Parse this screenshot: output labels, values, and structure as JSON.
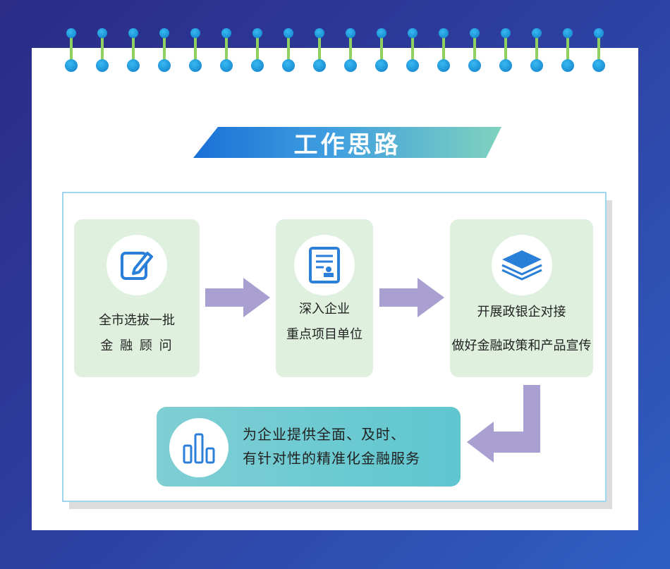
{
  "title": "工作思路",
  "steps": [
    {
      "line1": "全市选拔一批",
      "line2": "金 融 顾 问",
      "icon": "pencil-edit-icon"
    },
    {
      "line1": "深入企业",
      "line2": "重点项目单位",
      "icon": "document-stamp-icon"
    },
    {
      "line1": "开展政银企对接",
      "line2": "做好金融政策和产品宣传",
      "icon": "layers-icon"
    }
  ],
  "result": {
    "line1": "为企业提供全面、及时、",
    "line2": "有针对性的精准化金融服务",
    "icon": "bar-chart-icon"
  },
  "colors": {
    "frame": "#2d3e9e",
    "ring_green": "#8fd160",
    "ring_blue": "#1b8fd6",
    "step_bg": "#dff0df",
    "arrow": "#a99fd0",
    "icon_blue": "#2a7fd8",
    "result_bg": "#5fc6cf"
  }
}
